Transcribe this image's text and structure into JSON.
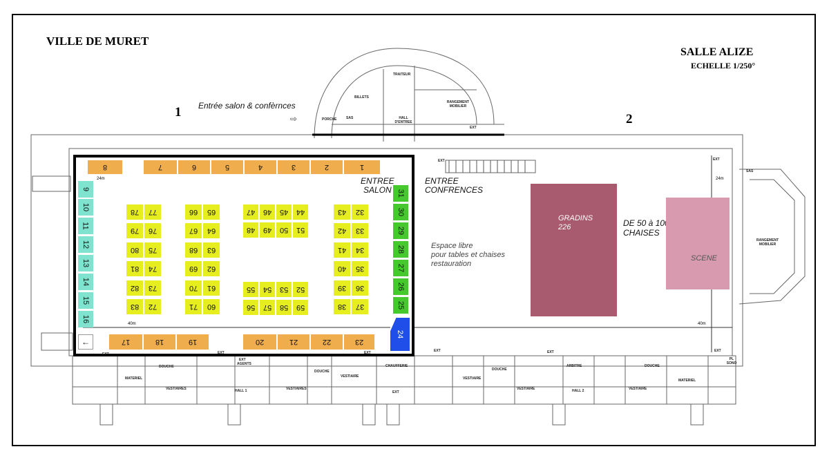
{
  "header": {
    "city": "VILLE DE MURET",
    "hall_name": "SALLE ALIZE",
    "scale": "ECHELLE 1/250°"
  },
  "zones": {
    "zone1_number": "1",
    "zone2_number": "2",
    "entrance_note": "Entrée salon & confèrnces",
    "entree_salon": [
      "ENTREE",
      "SALON"
    ],
    "entree_conf": [
      "ENTREE",
      "CONFRENCES"
    ],
    "free_space": [
      "Espace libre",
      "pour tables et chaises",
      "restauration"
    ],
    "gradins": [
      "GRADINS",
      "226"
    ],
    "chairs": [
      "DE 50 à 100",
      "CHAISES"
    ],
    "scene": "SCENE",
    "dim_24m": "24m",
    "dim_40m": "40m"
  },
  "rooms": {
    "traiteur": "TRAITEUR",
    "billets": "BILLETS",
    "porche": "PORCHE",
    "sas": "SAS",
    "hall_entree": "HALL D'ENTREE",
    "rangement": "RANGEMENT MOBILIER",
    "ext": "EXT",
    "materiel": "MATERIEL",
    "douche": "DOUCHE",
    "vestiaires": "VESTIAIRES",
    "vestiaire": "VESTIAIRE",
    "hall1": "HALL 1",
    "hall2": "HALL 2",
    "agents": "AGENTS",
    "chaufferie": "CHAUFFERIE",
    "arbitre": "ARBITRE",
    "pl_sono": "PL SONO"
  },
  "booths": {
    "top": [
      "8",
      "7",
      "6",
      "5",
      "4",
      "3",
      "2",
      "1"
    ],
    "left": [
      "9",
      "10",
      "11",
      "12",
      "13",
      "14",
      "15",
      "16"
    ],
    "bottom": [
      "17",
      "18",
      "19",
      "20",
      "21",
      "22",
      "23"
    ],
    "right": [
      "31",
      "30",
      "29",
      "28",
      "27",
      "26",
      "25",
      "24"
    ],
    "col_a": [
      "78",
      "79",
      "80",
      "81",
      "82",
      "83"
    ],
    "col_b": [
      "77",
      "76",
      "75",
      "74",
      "73",
      "72"
    ],
    "col_c": [
      "66",
      "67",
      "68",
      "69",
      "70",
      "71"
    ],
    "col_d": [
      "65",
      "64",
      "63",
      "62",
      "61",
      "60"
    ],
    "block_top": [
      [
        "47",
        "46",
        "45",
        "44"
      ],
      [
        "48",
        "49",
        "50",
        "51"
      ]
    ],
    "block_bottom": [
      [
        "55",
        "54",
        "53",
        "52"
      ],
      [
        "56",
        "57",
        "58",
        "59"
      ]
    ],
    "col_e": [
      "43",
      "42",
      "41",
      "40",
      "39",
      "38"
    ],
    "col_f": [
      "32",
      "33",
      "34",
      "35",
      "36",
      "37"
    ],
    "exit_arrow": "←"
  },
  "colors": {
    "stand_yellow": "#e6ee1f",
    "stand_orange": "#f0ad4e",
    "stand_green": "#46c92c",
    "stand_teal": "#7fe3cf",
    "stand_blue": "#1f4fe8",
    "gradins": "#a85a6e",
    "scene": "#d89aae"
  }
}
